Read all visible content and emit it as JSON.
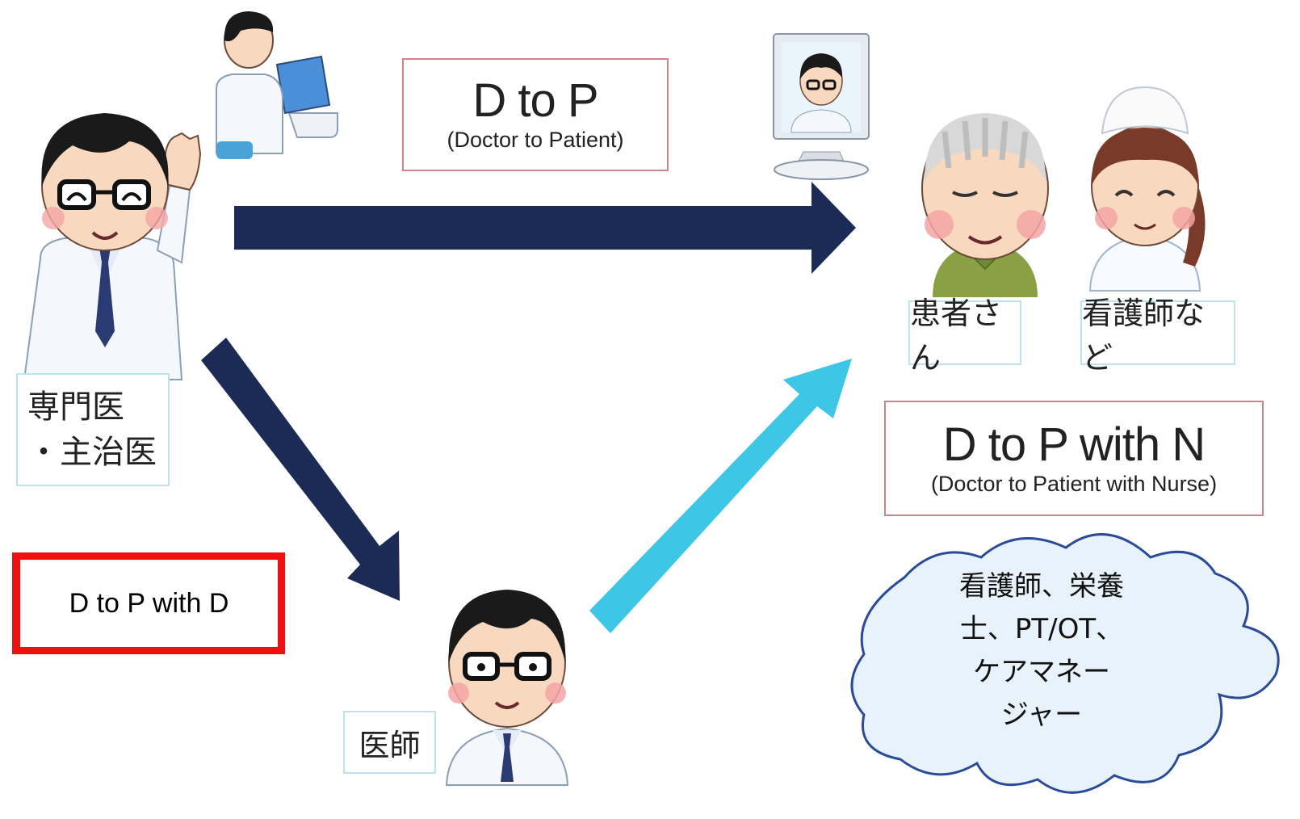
{
  "roles": {
    "specialist": [
      "専門医",
      "・主治医"
    ],
    "patient": "患者さん",
    "nurse": "看護師など",
    "physician": "医師"
  },
  "models": {
    "d_to_p": {
      "title": "D to P",
      "subtitle": "(Doctor to Patient)"
    },
    "d_to_p_with_n": {
      "title": "D to P with N",
      "subtitle": "(Doctor to Patient with Nurse)"
    },
    "d_to_p_with_d": {
      "title": "D to P with D"
    }
  },
  "cloud": {
    "lines": [
      "看護師、栄養",
      "士、PT/OT、",
      "ケアマネー",
      "ジャー"
    ]
  },
  "colors": {
    "arrow_dark": "#1b2b55",
    "arrow_light": "#3ec6e6",
    "highlight_border": "#ee1111",
    "label_border": "#bfe3ea",
    "model_border": "#c9848c"
  }
}
